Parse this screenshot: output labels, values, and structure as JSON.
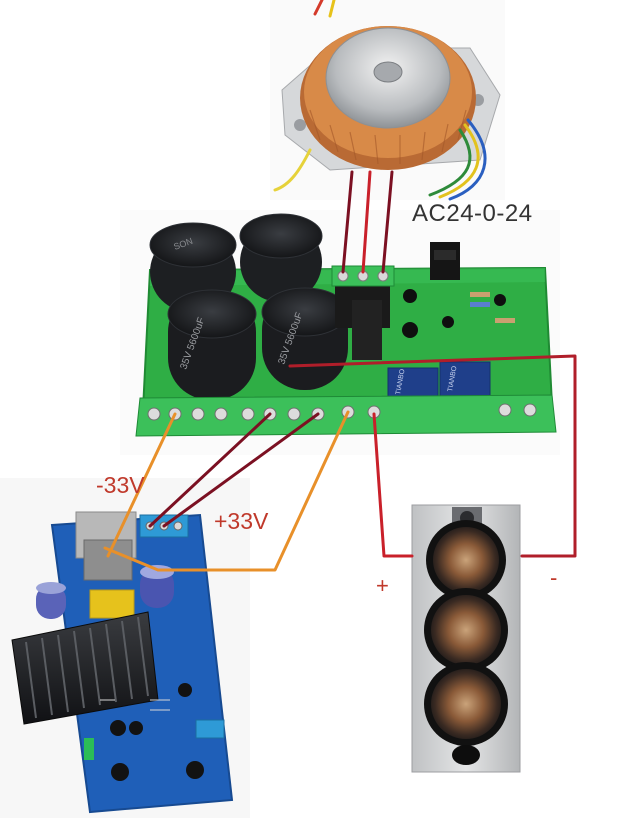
{
  "labels": {
    "ac_input": "AC24-0-24",
    "negative_rail": "-33V",
    "positive_rail": "+33V",
    "speaker_plus": "+",
    "speaker_minus": "-"
  },
  "colors": {
    "wire_dark_red": "#7b1022",
    "wire_red": "#c9202a",
    "wire_orange": "#e8902a",
    "pcb_green": "#2fae45",
    "terminal_green": "#3cc05a",
    "amp_pcb_blue": "#1f5fb8",
    "capacitor_black": "#1d1f22",
    "relay_blue": "#1f3f8a",
    "transformer_copper": "#c77a3c",
    "speaker_cabinet": "#d7d7d7"
  },
  "components": [
    "toroidal-transformer",
    "power-supply-board",
    "amplifier-board",
    "speaker"
  ]
}
